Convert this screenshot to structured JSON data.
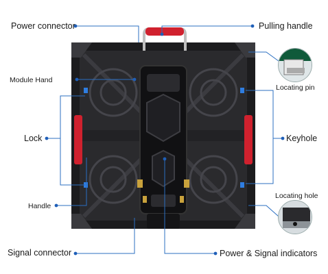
{
  "labels": {
    "power_connector": "Power connector",
    "pulling_handle": "Pulling handle",
    "module_hand": "Module Hand",
    "locating_pin": "Locating pin",
    "lock": "Lock",
    "keyhole": "Keyhole",
    "locating_hole": "Locating hole",
    "handle": "Handle",
    "signal_connector": "Signal connector",
    "power_signal_indicators": "Power & Signal indicators"
  },
  "colors": {
    "leader_line": "#2b6fc2",
    "dot": "#1f5fb8",
    "cabinet": "#1c1c1e",
    "cabinet_dark": "#0d0d0f",
    "accent_red": "#d0212e"
  }
}
